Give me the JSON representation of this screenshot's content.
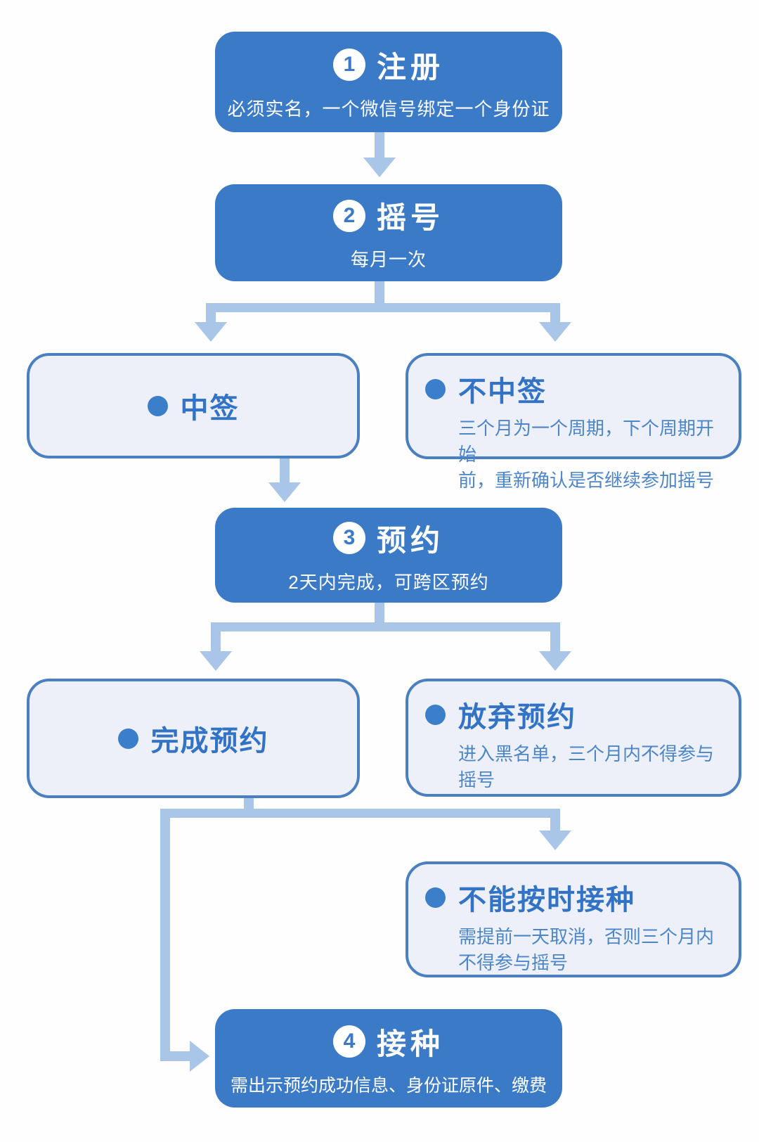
{
  "colors": {
    "step_fill": "#3b7ac7",
    "step_text": "#ffffff",
    "arrow": "#a9c5e8",
    "outcome_fill": "#edf0f8",
    "outcome_border": "#4a7fc0",
    "outcome_title_text": "#3273c5",
    "outcome_body_text": "#4c86c9"
  },
  "flow": {
    "bullet": "●",
    "steps": [
      {
        "number": "1",
        "title": "注册",
        "subtitle": "必须实名，一个微信号绑定一个身份证"
      },
      {
        "number": "2",
        "title": "摇号",
        "subtitle": "每月一次"
      },
      {
        "number": "3",
        "title": "预约",
        "subtitle": "2天内完成，可跨区预约"
      },
      {
        "number": "4",
        "title": "接种",
        "subtitle": "需出示预约成功信息、身份证原件、缴费"
      }
    ],
    "outcomes": [
      {
        "title": "中签",
        "body": ""
      },
      {
        "title": "不中签",
        "body": "三个月为一个周期，下个周期开始\n前，重新确认是否继续参加摇号"
      },
      {
        "title": "完成预约",
        "body": ""
      },
      {
        "title": "放弃预约",
        "body": "进入黑名单，三个月内不得参与\n摇号"
      },
      {
        "title": "不能按时接种",
        "body": "需提前一天取消，否则三个月内\n不得参与摇号"
      }
    ]
  }
}
